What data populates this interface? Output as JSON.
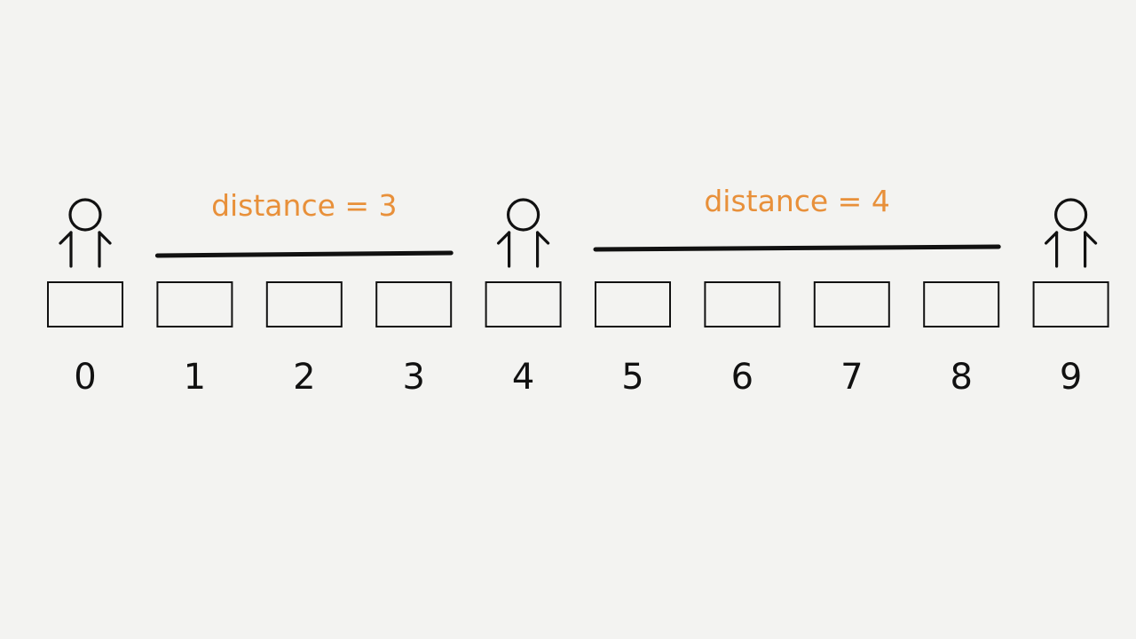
{
  "seats": [
    {
      "number": "0",
      "occupied": true
    },
    {
      "number": "1",
      "occupied": false
    },
    {
      "number": "2",
      "occupied": false
    },
    {
      "number": "3",
      "occupied": false
    },
    {
      "number": "4",
      "occupied": true
    },
    {
      "number": "5",
      "occupied": false
    },
    {
      "number": "6",
      "occupied": false
    },
    {
      "number": "7",
      "occupied": false
    },
    {
      "number": "8",
      "occupied": false
    },
    {
      "number": "9",
      "occupied": true
    }
  ],
  "distances": [
    {
      "label": "distance = 3",
      "from_seat": 1,
      "to_seat": 3
    },
    {
      "label": "distance = 4",
      "from_seat": 5,
      "to_seat": 8
    }
  ],
  "colors": {
    "label": "#e8903a",
    "ink": "#111111",
    "background": "#f3f3f1"
  }
}
